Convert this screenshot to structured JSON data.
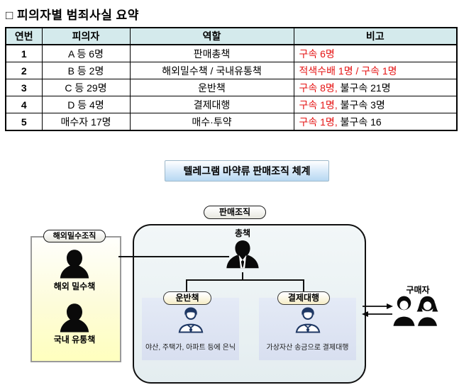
{
  "page": {
    "title": "□ 피의자별 범죄사실 요약"
  },
  "table": {
    "headers": [
      "연번",
      "피의자",
      "역할",
      "비고"
    ],
    "rows": [
      {
        "no": "1",
        "suspect": "A 등 6명",
        "role": "판매총책",
        "note_red": "구속 6명",
        "note_rest": ""
      },
      {
        "no": "2",
        "suspect": "B 등 2명",
        "role": "해외밀수책 / 국내유통책",
        "note_red": "적색수배 1명 / 구속 1명",
        "note_rest": ""
      },
      {
        "no": "3",
        "suspect": "C 등 29명",
        "role": "운반책",
        "note_red": "구속 8명,",
        "note_rest": " 불구속 21명"
      },
      {
        "no": "4",
        "suspect": "D 등 4명",
        "role": "결제대행",
        "note_red": "구속 1명,",
        "note_rest": " 불구속 3명"
      },
      {
        "no": "5",
        "suspect": "매수자 17명",
        "role": "매수·투약",
        "note_red": "구속 1명,",
        "note_rest": " 불구속 16"
      }
    ]
  },
  "diagram": {
    "title": "텔레그램 마약류 판매조직 체계",
    "sales_org_pill": "판매조직",
    "boss_label": "총책",
    "smuggle_org": {
      "pill": "해외밀수조직",
      "member1": "해외 밀수책",
      "member2": "국내 유통책"
    },
    "transport": {
      "pill": "운반책",
      "caption": "야산, 주택가, 아파트 등에 은닉"
    },
    "payment": {
      "pill": "결제대행",
      "caption": "가상자산 송금으로 결제대행"
    },
    "buyer_label": "구매자"
  },
  "icons": {
    "boss": "businessman-silhouette-icon",
    "smuggler": "person-silhouette-icon",
    "distributor": "person-silhouette-icon",
    "transporter": "businessman-outline-icon",
    "payment_agent": "businessman-outline-icon",
    "buyers": "man-woman-icon",
    "arrows": "left-right-arrows-icon"
  },
  "colors": {
    "table_header_bg": "#d4eaec",
    "red_text": "#e51414",
    "main_box_bg": "#e9f1f3",
    "sub_box_bg": "#dce3f2",
    "smuggle_box_bg": "#ffffbe",
    "diagram_title_bg": "#b7d8f2",
    "pill_cream_bg": "#f6edc7",
    "navy_icon": "#1f3864"
  }
}
